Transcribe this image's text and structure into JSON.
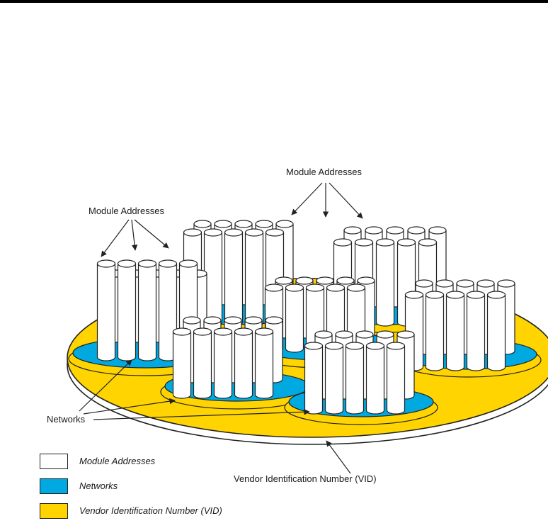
{
  "colors": {
    "module": "#ffffff",
    "network": "#00a9e0",
    "vid": "#ffd400",
    "outline": "#222222"
  },
  "labels": {
    "module_addresses_top": "Module Addresses",
    "module_addresses_left": "Module Addresses",
    "networks": "Networks",
    "vid": "Vendor Identification Number (VID)"
  },
  "legend": [
    {
      "label": "Module Addresses",
      "color": "#ffffff"
    },
    {
      "label": "Networks",
      "color": "#00a9e0"
    },
    {
      "label": "Vendor Identification Number (VID)",
      "color": "#ffd400"
    }
  ]
}
